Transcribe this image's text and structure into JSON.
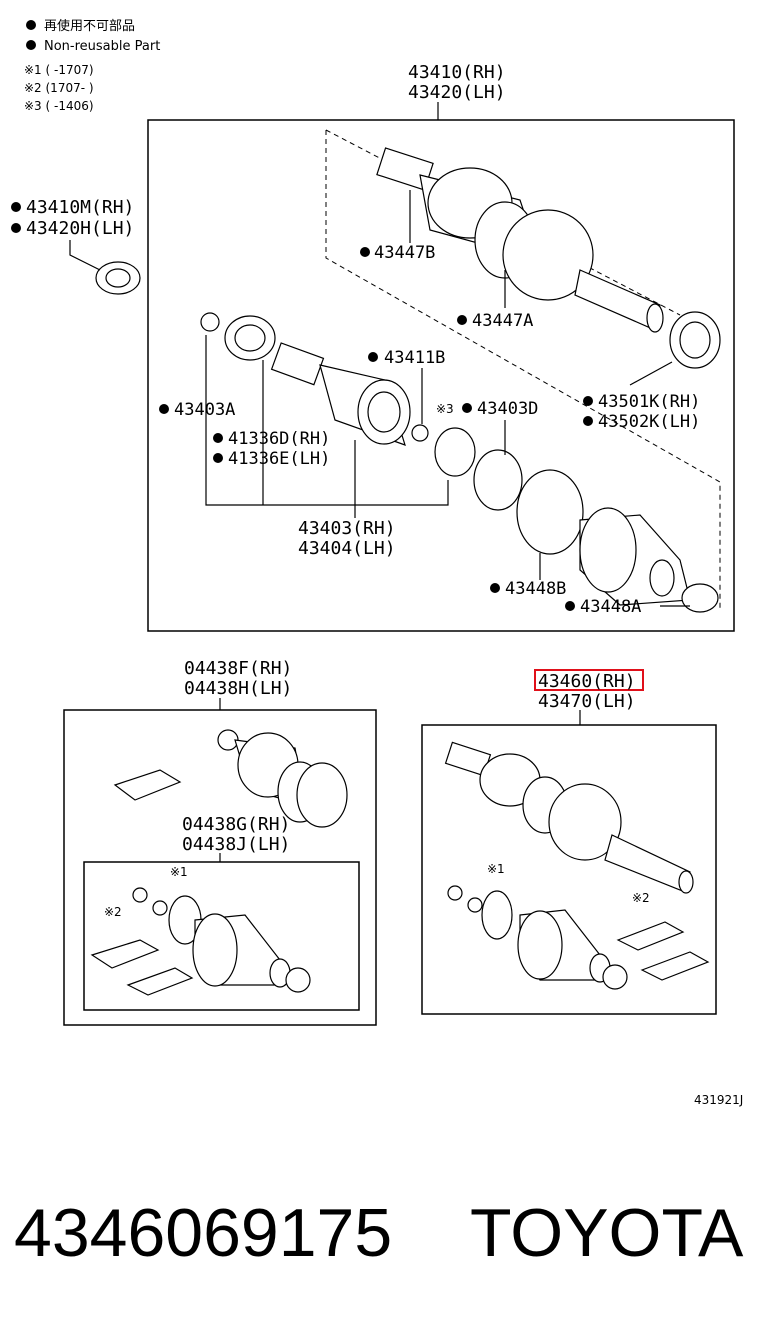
{
  "legend": {
    "nonreusable_jp": "再使用不可部品",
    "nonreusable_en": "Non-reusable Part",
    "note1": "※1 (       -1707)",
    "note2": "※2 (1707-       )",
    "note3": "※3 (       -1406)"
  },
  "labels": {
    "l43410": "43410(RH)",
    "l43420": "43420(LH)",
    "l43410M": "43410M(RH)",
    "l43420H": "43420H(LH)",
    "l43447B": "43447B",
    "l43447A": "43447A",
    "l43411B": "43411B",
    "l43403A": "43403A",
    "l43403D": "43403D",
    "mark3": "※3",
    "l43501K": "43501K(RH)",
    "l43502K": "43502K(LH)",
    "l41336D": "41336D(RH)",
    "l41336E": "41336E(LH)",
    "l43403RH": "43403(RH)",
    "l43404LH": "43404(LH)",
    "l43448B": "43448B",
    "l43448A": "43448A",
    "l04438F": "04438F(RH)",
    "l04438H": "04438H(LH)",
    "l04438G": "04438G(RH)",
    "l04438J": "04438J(LH)",
    "mark1a": "※1",
    "mark2a": "※2",
    "l43460": "43460(RH)",
    "l43470": "43470(LH)",
    "mark1b": "※1",
    "mark2b": "※2",
    "diagram_code": "431921J"
  },
  "footer": {
    "part_number": "4346069175",
    "brand": "TOYOTA"
  },
  "colors": {
    "highlight": "#e0101a",
    "ink": "#000000"
  }
}
